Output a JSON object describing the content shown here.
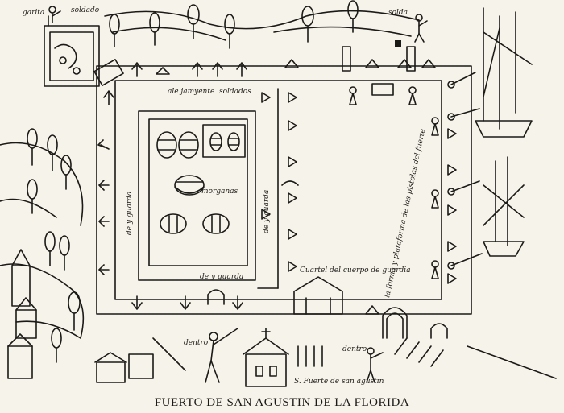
{
  "caption": "FUERTO DE SAN AGUSTIN DE LA FLORIDA",
  "labels": {
    "garita": "garita",
    "soldado_top": "soldado",
    "soldado_right": "solda",
    "ale_jamyente": "ale jamyente",
    "soldados": "soldados",
    "morganas": "morganas",
    "de_y_guarda_left": "de y guarda",
    "de_y_guarda_right": "de y guarda",
    "de_y_guarda_bottom": "de y guarda",
    "vertical_text": "la forma y plataforma de las pistolas del fuerte",
    "cuartel": "Cuartel del cuerpo de guardia",
    "dentro": "dentro",
    "s_fuerte": "S. Fuerte de san agustin",
    "dentro_right": "dentro"
  },
  "colors": {
    "ink": "#1c1a17",
    "paper": "#f6f3ea"
  }
}
